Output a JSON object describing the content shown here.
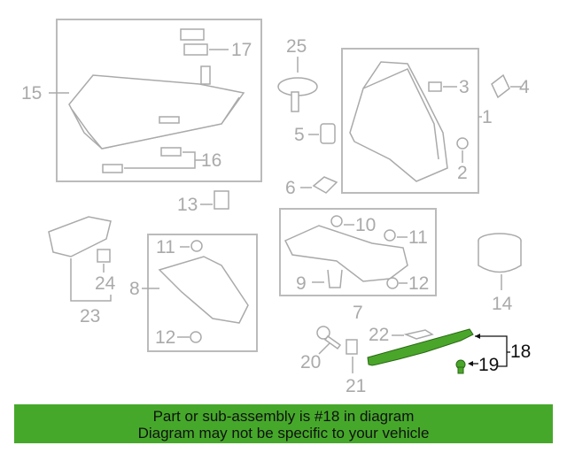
{
  "diagram": {
    "callouts": {
      "c1": "1",
      "c2": "2",
      "c3": "3",
      "c4": "4",
      "c5": "5",
      "c6": "6",
      "c7": "7",
      "c8": "8",
      "c9": "9",
      "c10": "10",
      "c11a": "11",
      "c11b": "11",
      "c12a": "12",
      "c12b": "12",
      "c13": "13",
      "c14": "14",
      "c15": "15",
      "c16": "16",
      "c17": "17",
      "c18": "18",
      "c19": "19",
      "c20": "20",
      "c21": "21",
      "c22": "22",
      "c23": "23",
      "c24": "24",
      "c25": "25"
    },
    "highlight_color": "#4aa62a",
    "highlighted_part": "18"
  },
  "banner": {
    "line1": "Part or sub-assembly is #18 in diagram",
    "line2": "Diagram may not be specific to your vehicle",
    "color": "#46a82a"
  }
}
